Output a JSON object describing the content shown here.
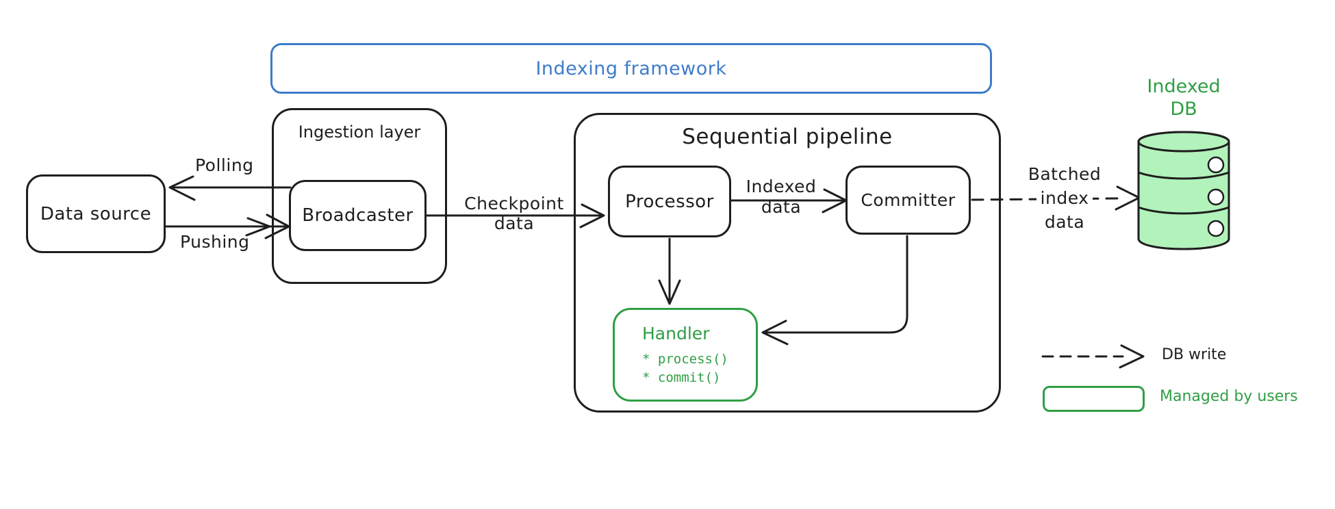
{
  "framework": {
    "title": "Indexing framework"
  },
  "nodes": {
    "data_source": {
      "label": "Data source"
    },
    "ingestion_layer": {
      "title": "Ingestion layer"
    },
    "broadcaster": {
      "label": "Broadcaster"
    },
    "sequential_pipeline": {
      "title": "Sequential pipeline"
    },
    "processor": {
      "label": "Processor"
    },
    "committer": {
      "label": "Committer"
    },
    "handler": {
      "title": "Handler",
      "methods": [
        "* process()",
        "* commit()"
      ]
    },
    "indexed_db": {
      "line1": "Indexed",
      "line2": "DB"
    }
  },
  "edges": {
    "polling": {
      "label": "Polling"
    },
    "pushing": {
      "label": "Pushing"
    },
    "checkpoint": {
      "line1": "Checkpoint",
      "line2": "data"
    },
    "indexed": {
      "line1": "Indexed",
      "line2": "data"
    },
    "batched": {
      "line1": "Batched",
      "line2": "index",
      "line3": "data"
    }
  },
  "legend": {
    "db_write": "DB write",
    "managed_by_users": "Managed by users"
  },
  "colors": {
    "ink": "#1e1e1e",
    "blue": "#3d7cc9",
    "green": "#2f9e44",
    "green_fill": "#b2f2bb",
    "background": "#ffffff"
  }
}
